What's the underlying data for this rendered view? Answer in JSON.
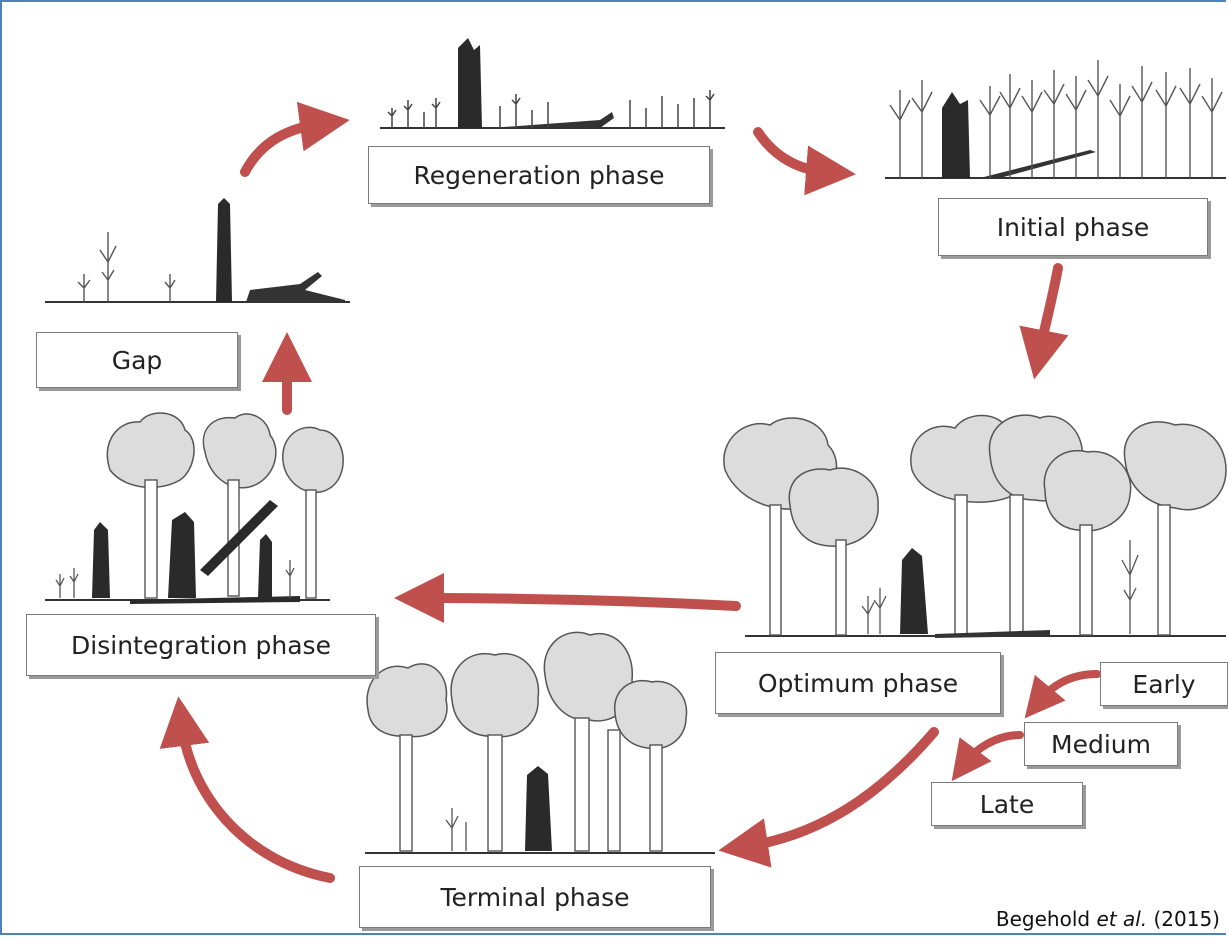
{
  "phases": {
    "regeneration": "Regeneration phase",
    "initial": "Initial phase",
    "gap": "Gap",
    "optimum": "Optimum phase",
    "disintegration": "Disintegration phase",
    "terminal": "Terminal phase"
  },
  "sub_stages": {
    "early": "Early",
    "medium": "Medium",
    "late": "Late"
  },
  "citation": {
    "author": "Begehold ",
    "etal": "et al.",
    "year": " (2015)"
  },
  "colors": {
    "arrow": "#c0504d",
    "frame": "#4f81bd",
    "box_border": "#7a7a7a",
    "tree_dark": "#2a2a2a",
    "tree_light": "#d8d8d8"
  }
}
